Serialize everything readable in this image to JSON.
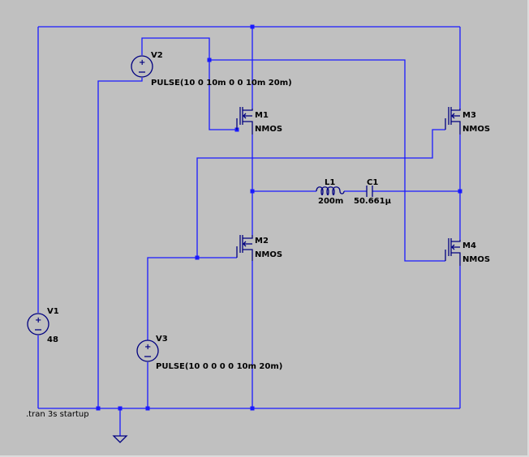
{
  "schematic": {
    "components": {
      "V1": {
        "name": "V1",
        "value": "48"
      },
      "V2": {
        "name": "V2",
        "value": "PULSE(10 0 10m 0 0 10m 20m)"
      },
      "V3": {
        "name": "V3",
        "value": "PULSE(10 0 0 0 0 10m 20m)"
      },
      "M1": {
        "name": "M1",
        "type": "NMOS"
      },
      "M2": {
        "name": "M2",
        "type": "NMOS"
      },
      "M3": {
        "name": "M3",
        "type": "NMOS"
      },
      "M4": {
        "name": "M4",
        "type": "NMOS"
      },
      "L1": {
        "name": "L1",
        "value": "200m"
      },
      "C1": {
        "name": "C1",
        "value": "50.661µ"
      }
    },
    "directive": ".tran 3s startup",
    "colors": {
      "wire": "#1a1aff",
      "component": "#000080",
      "background": "#c0c0c0"
    }
  }
}
